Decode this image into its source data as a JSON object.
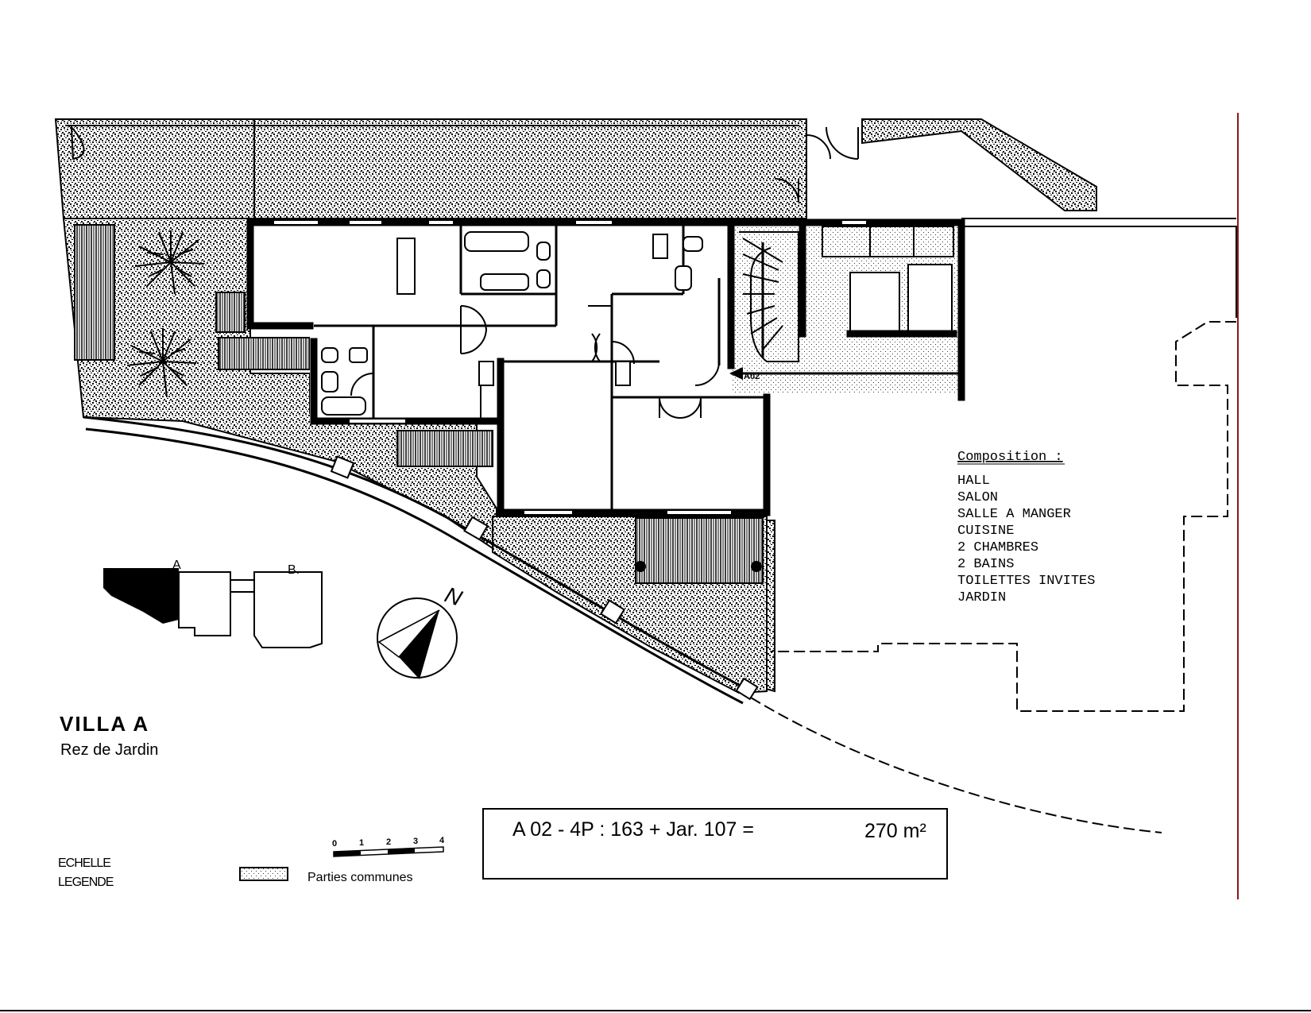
{
  "villa": {
    "title": "VILLA  A",
    "subtitle": "Rez de Jardin"
  },
  "apartment": {
    "entry_label": "A02",
    "summary": "A 02  - 4P : 163 + Jar. 107 =",
    "total_area": "270 m²"
  },
  "composition": {
    "heading": "Composition :",
    "items": [
      "HALL",
      "SALON",
      "SALLE A MANGER",
      "CUISINE",
      "2 CHAMBRES",
      "2 BAINS",
      "TOILETTES INVITES",
      "JARDIN"
    ]
  },
  "site_plan": {
    "label_a": "A",
    "label_b": "B."
  },
  "compass": {
    "north_label": "N"
  },
  "legend": {
    "scale_label": "ECHELLE",
    "legend_label": "LEGENDE",
    "scale_ticks": [
      "0",
      "1",
      "2",
      "3",
      "4"
    ],
    "common_parts_label": "Parties   communes"
  },
  "colors": {
    "ink": "#000000",
    "paper": "#ffffff",
    "frame_line": "#8b1a1a",
    "common_fill": "#c8c8c8"
  }
}
